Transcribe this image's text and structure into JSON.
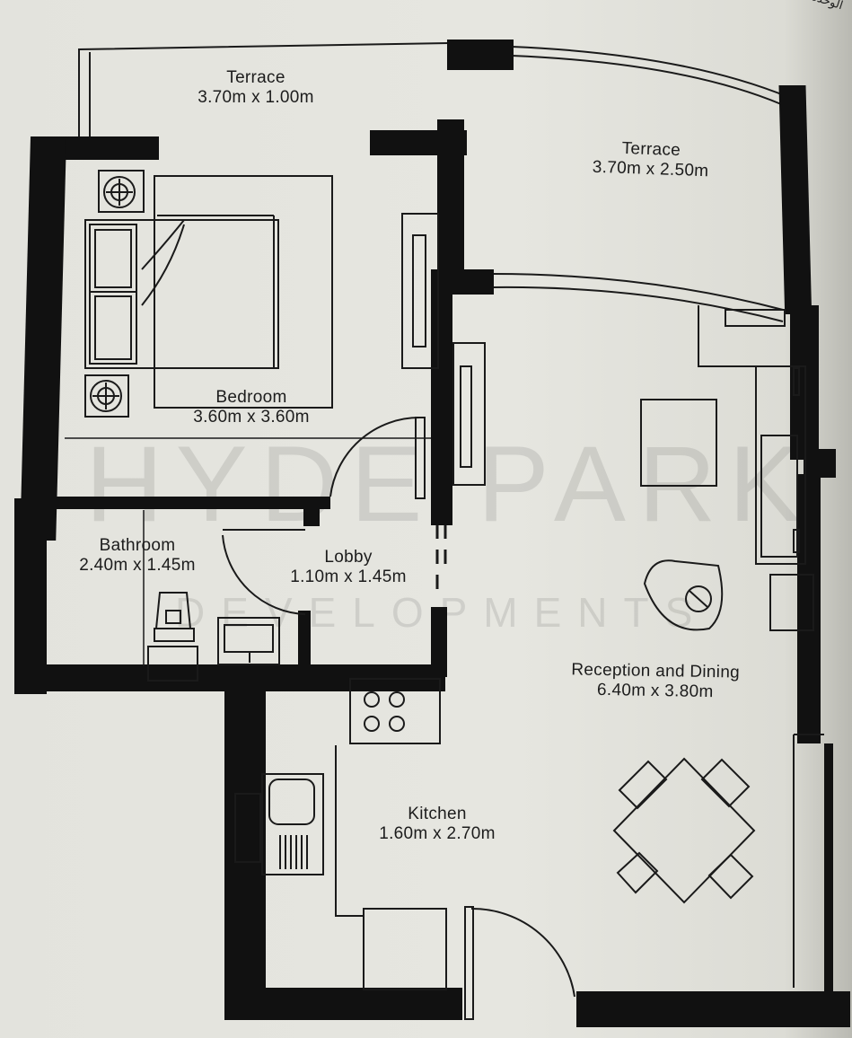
{
  "corner_text": "الوحدة الاجما",
  "watermark": {
    "line1": "HYDE PARK",
    "line2": "DEVELOPMENTS"
  },
  "rooms": {
    "terrace_small": {
      "name": "Terrace",
      "size": "3.70m x 1.00m"
    },
    "terrace_large": {
      "name": "Terrace",
      "size": "3.70m x 2.50m"
    },
    "bedroom": {
      "name": "Bedroom",
      "size": "3.60m x 3.60m"
    },
    "bathroom": {
      "name": "Bathroom",
      "size": "2.40m x 1.45m"
    },
    "lobby": {
      "name": "Lobby",
      "size": "1.10m x 1.45m"
    },
    "reception": {
      "name": "Reception and Dining",
      "size": "6.40m x 3.80m"
    },
    "kitchen": {
      "name": "Kitchen",
      "size": "1.60m x 2.70m"
    }
  },
  "colors": {
    "wall": "#111111",
    "line": "#1a1a1a",
    "paper": "#e4e4de"
  }
}
